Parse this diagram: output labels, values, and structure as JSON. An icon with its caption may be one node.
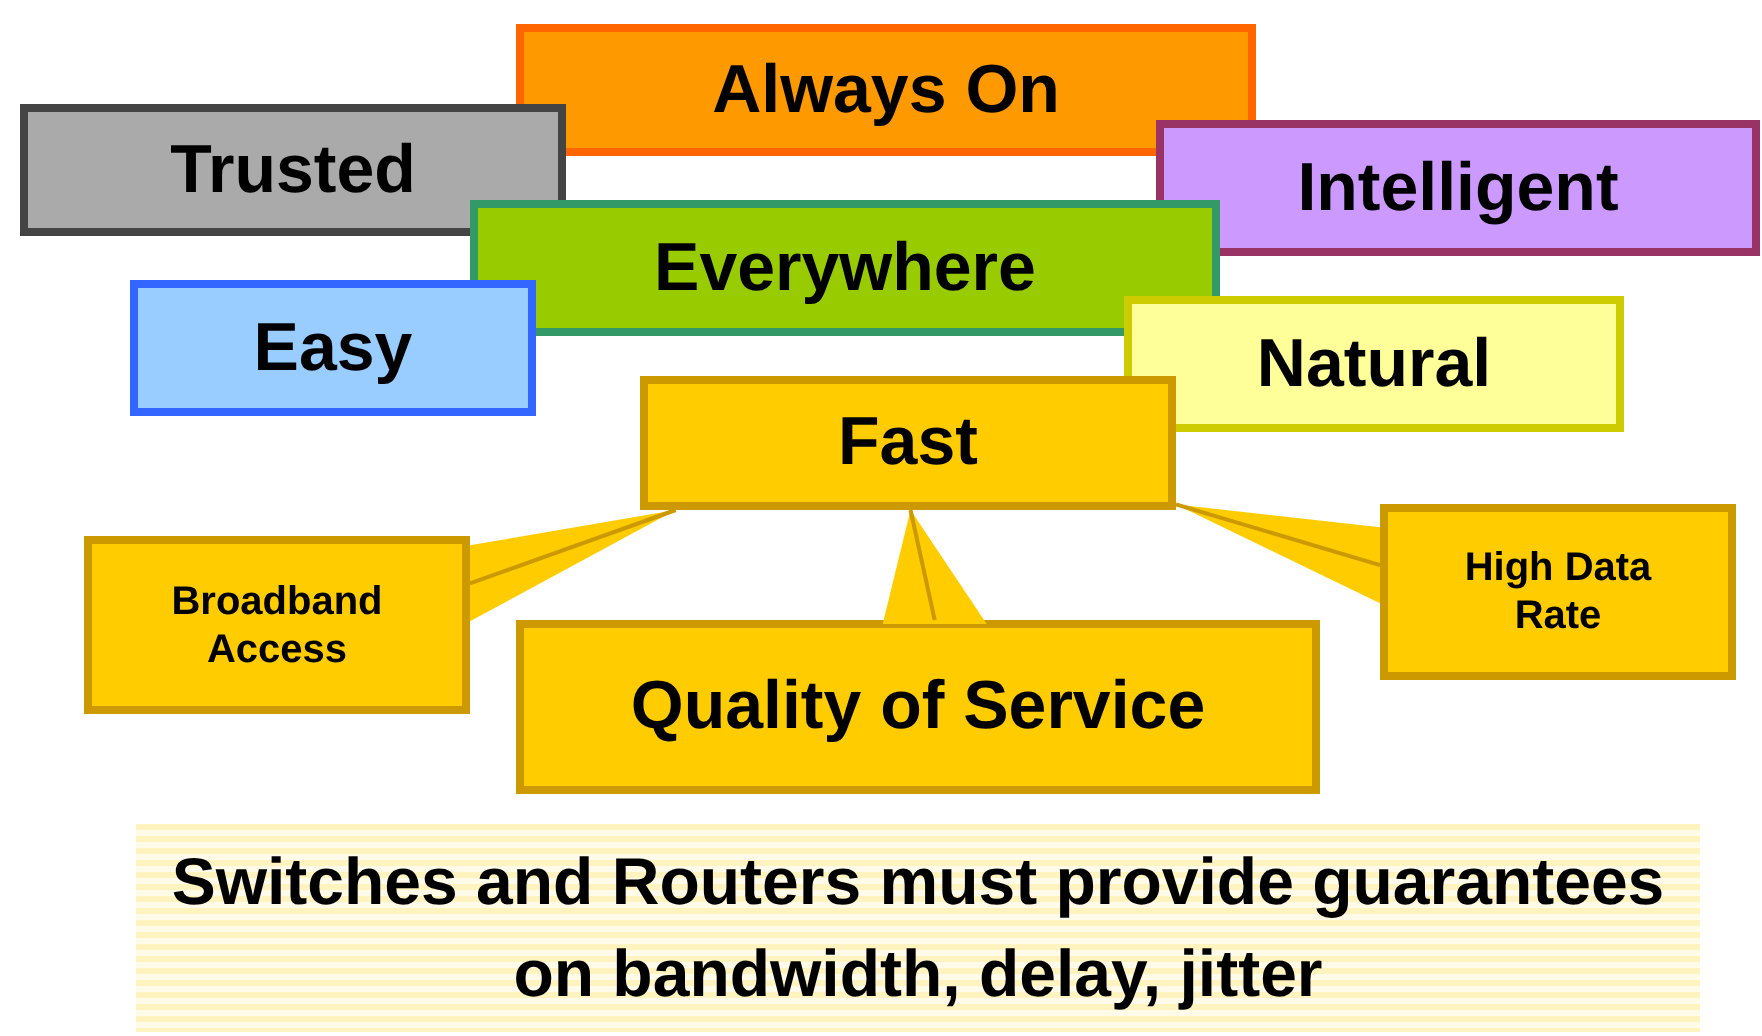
{
  "diagram": {
    "nodes": [
      {
        "text": [
          "Always On"
        ]
      },
      {
        "text": [
          "Trusted"
        ]
      },
      {
        "text": [
          "Intelligent"
        ]
      },
      {
        "text": [
          "Everywhere"
        ]
      },
      {
        "text": [
          "Easy"
        ]
      },
      {
        "text": [
          "Natural"
        ]
      },
      {
        "text": [
          "Fast"
        ]
      },
      {
        "text": [
          "Broadband Access"
        ]
      },
      {
        "text": [
          "Quality of Service"
        ]
      },
      {
        "text": [
          "High Data Rate"
        ]
      }
    ],
    "edges": [
      {
        "from": 7,
        "to": 6,
        "arrow": "none"
      },
      {
        "from": 8,
        "to": 6,
        "arrow": "none"
      },
      {
        "from": 9,
        "to": 6,
        "arrow": "none"
      }
    ],
    "labels": [
      "Switches and Routers must provide guarantees on bandwidth, delay, jitter"
    ]
  }
}
